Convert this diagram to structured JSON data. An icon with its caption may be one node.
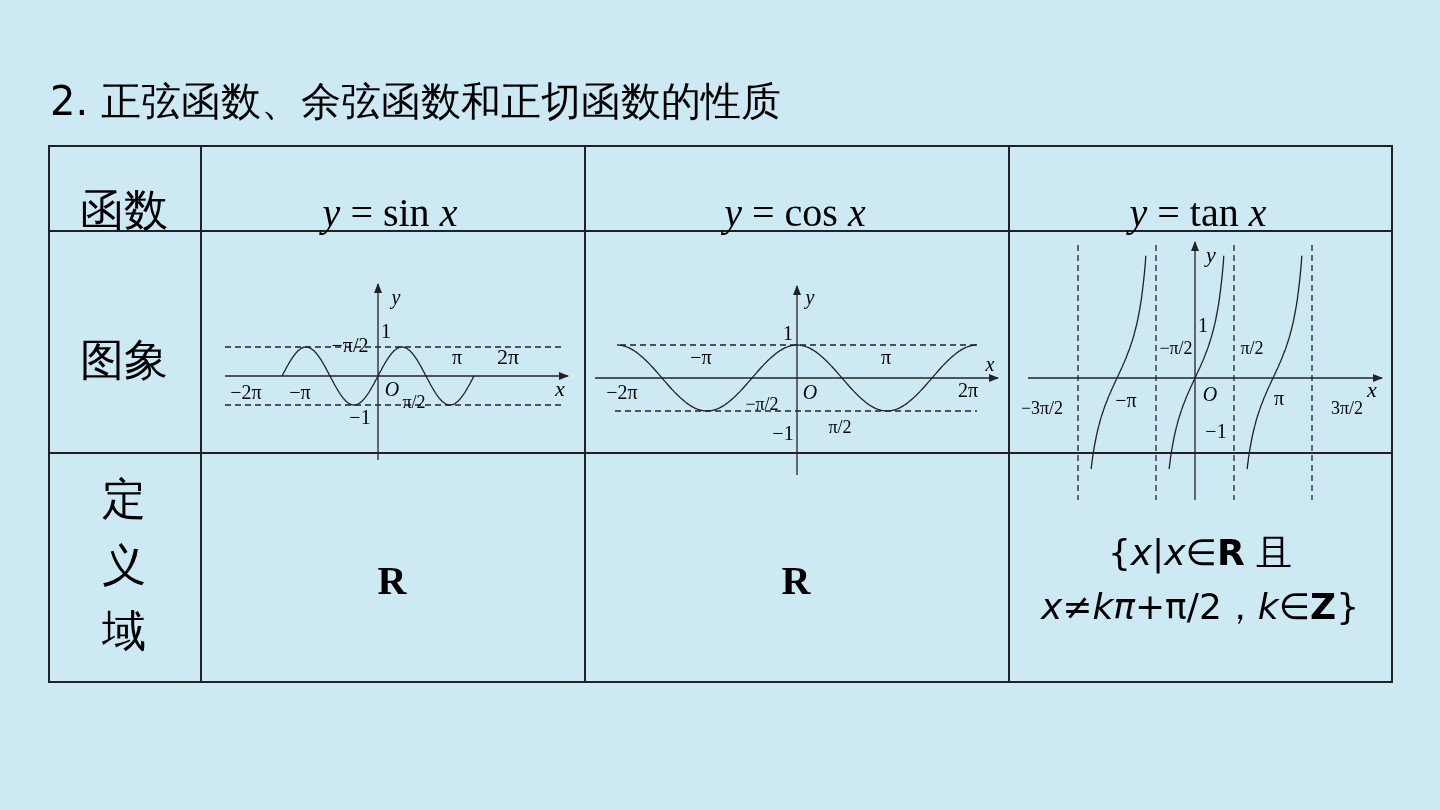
{
  "diagram": {
    "title": "2. 正弦函数、余弦函数和正切函数的性质",
    "labels": [
      "函数",
      "*y* = sin *x*",
      "*y* = cos *x*",
      "*y* = tan *x*",
      "图象",
      "*y*",
      "−π/2",
      "1",
      "π",
      "2π",
      "−2π",
      "−π",
      "*O*",
      "π/2",
      "*x*",
      "−1",
      "*y*",
      "1",
      "−π",
      "π",
      "*x*",
      "−2π",
      "−π/2",
      "*O*",
      "π/2",
      "2π",
      "−1",
      "*y*",
      "1",
      "−π/2",
      "π/2",
      "−3π/2",
      "−π",
      "*O*",
      "π",
      "3π/2",
      "*x*",
      "−1",
      "定义域",
      "**R**",
      "**R**",
      "{*x*|*x*∈**R** 且 *x*≠*kπ*+π/2，*k*∈**Z**}"
    ]
  }
}
